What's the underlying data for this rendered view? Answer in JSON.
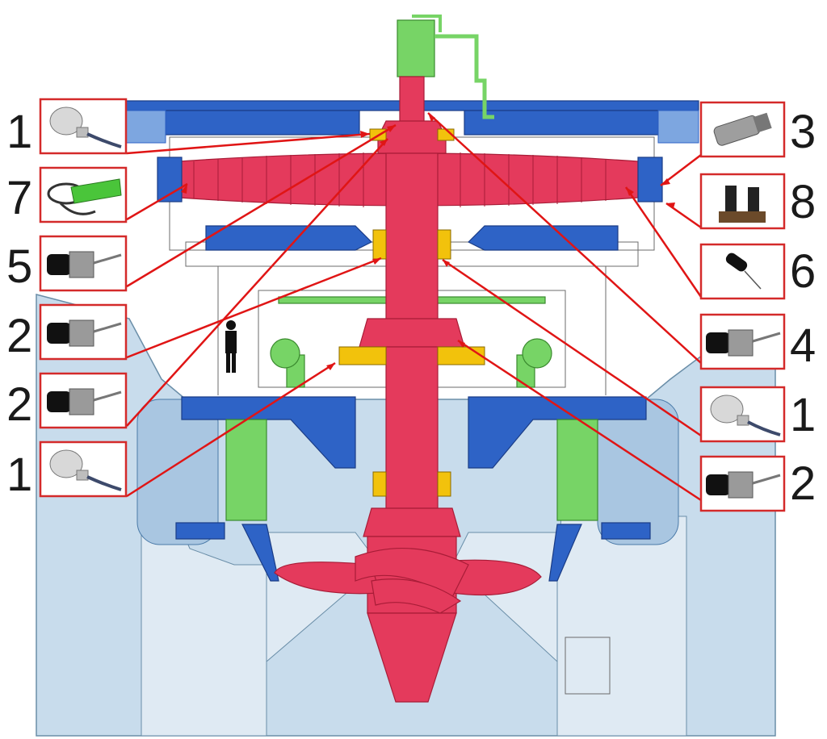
{
  "colors": {
    "shaft": "#e43a5c",
    "frame": "#2e63c6",
    "pipework": "#77d466",
    "bearing": "#f2c20c",
    "concrete": "#c8dcec",
    "leader": "#e01515"
  },
  "callouts": [
    {
      "number": "1",
      "side": "left",
      "sensor": "accelerometer-icon"
    },
    {
      "number": "7",
      "side": "left",
      "sensor": "air-gap-sensor-icon"
    },
    {
      "number": "5",
      "side": "left",
      "sensor": "proximity-probe-icon"
    },
    {
      "number": "2",
      "side": "left",
      "sensor": "proximity-probe-icon"
    },
    {
      "number": "2",
      "side": "left",
      "sensor": "proximity-probe-icon"
    },
    {
      "number": "1",
      "side": "left",
      "sensor": "accelerometer-icon"
    },
    {
      "number": "3",
      "side": "right",
      "sensor": "speed-sensor-icon"
    },
    {
      "number": "8",
      "side": "right",
      "sensor": "coil-sensor-icon"
    },
    {
      "number": "6",
      "side": "right",
      "sensor": "temperature-sensor-icon"
    },
    {
      "number": "4",
      "side": "right",
      "sensor": "proximity-probe-icon"
    },
    {
      "number": "1",
      "side": "right",
      "sensor": "accelerometer-icon"
    },
    {
      "number": "2",
      "side": "right",
      "sensor": "proximity-probe-icon"
    }
  ]
}
